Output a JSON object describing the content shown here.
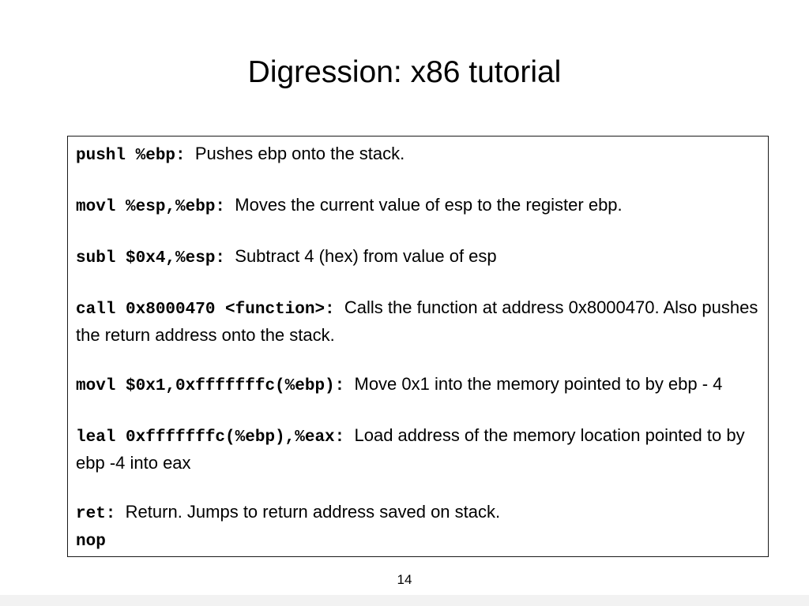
{
  "slide": {
    "title": "Digression: x86 tutorial",
    "page_number": "14"
  },
  "instructions": [
    {
      "code": "pushl %ebp:",
      "description": "Pushes ebp onto the stack."
    },
    {
      "code": "movl %esp,%ebp:",
      "description": "Moves the current value of esp to the register ebp."
    },
    {
      "code": "subl $0x4,%esp:",
      "description": "Subtract 4 (hex) from value of esp"
    },
    {
      "code": "call 0x8000470 <function>:",
      "description": "Calls the function at address 0x8000470. Also pushes the return address onto the stack."
    },
    {
      "code": "movl $0x1,0xfffffffc(%ebp):",
      "description": "Move 0x1 into the memory pointed to by ebp  - 4"
    },
    {
      "code": "leal 0xfffffffc(%ebp),%eax:",
      "description": "Load address of the memory location pointed to by ebp -4 into eax"
    },
    {
      "code": "ret:",
      "description": "Return. Jumps to return address saved on stack."
    },
    {
      "code": "nop",
      "description": ""
    }
  ]
}
